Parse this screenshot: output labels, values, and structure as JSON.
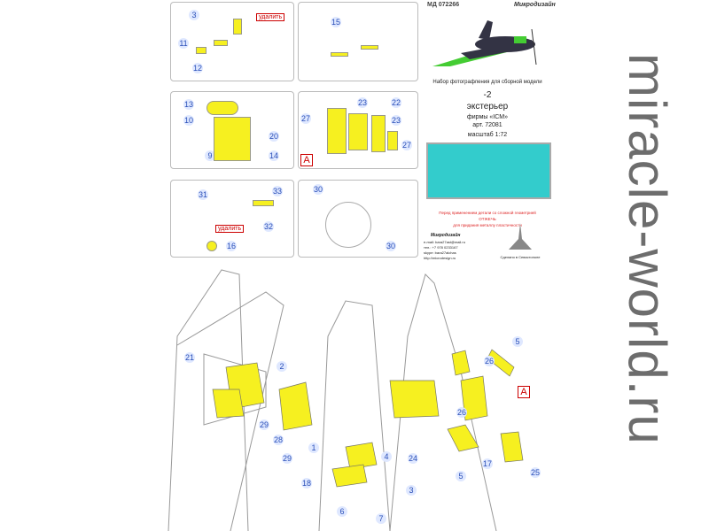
{
  "header": {
    "code": "МД 072266",
    "brand": "Микродизайн"
  },
  "title": {
    "subtitle": "Набор фотографления для сборной модели",
    "model": "-2",
    "kind": "экстерьер",
    "maker": "фирмы «ICM»",
    "art": "арт. 72081",
    "scale": "масштаб 1:72"
  },
  "warning": {
    "line1": "Перед применением детали со сложной геометрией",
    "line2": "ОТЖЕЧЬ",
    "line3": "для придания металлу пластичности"
  },
  "contacts": {
    "email": "e-mail: bara27ast@mail.ru",
    "tel": "тел.: +7 978 0233167",
    "skype": "skype: bara27alchas",
    "site": "http://microdesign.ru",
    "made": "Сделано в Севастополе"
  },
  "labels": {
    "remove": "удалить",
    "a": "A"
  },
  "panel_numbers": {
    "p1": [
      "3",
      "11",
      "12"
    ],
    "p2": [
      "15"
    ],
    "p3": [
      "13",
      "10",
      "9",
      "20",
      "14"
    ],
    "p4": [
      "27",
      "23",
      "22",
      "23",
      "27"
    ],
    "p5": [
      "31",
      "33",
      "32",
      "16"
    ],
    "p6": [
      "30",
      "30"
    ]
  },
  "main_numbers": [
    "21",
    "2",
    "29",
    "28",
    "29",
    "1",
    "18",
    "6",
    "7",
    "4",
    "24",
    "3",
    "26",
    "17",
    "25",
    "5",
    "5",
    "26"
  ],
  "watermark": "miracle-world.ru"
}
